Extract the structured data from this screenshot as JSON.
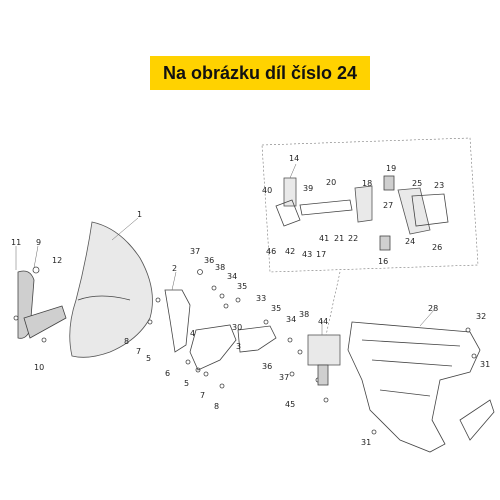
{
  "banner": {
    "text": "Na obrázku díl číslo 24",
    "background": "#ffd200"
  },
  "callouts": [
    {
      "id": "c1",
      "text": "1"
    },
    {
      "id": "c2",
      "text": "2"
    },
    {
      "id": "c3",
      "text": "3"
    },
    {
      "id": "c4",
      "text": "4"
    },
    {
      "id": "c5a",
      "text": "5"
    },
    {
      "id": "c5b",
      "text": "5"
    },
    {
      "id": "c6",
      "text": "6"
    },
    {
      "id": "c7a",
      "text": "7"
    },
    {
      "id": "c7b",
      "text": "7"
    },
    {
      "id": "c8a",
      "text": "8"
    },
    {
      "id": "c8b",
      "text": "8"
    },
    {
      "id": "c9",
      "text": "9"
    },
    {
      "id": "c10",
      "text": "10"
    },
    {
      "id": "c11",
      "text": "11"
    },
    {
      "id": "c12",
      "text": "12"
    },
    {
      "id": "c14",
      "text": "14"
    },
    {
      "id": "c16",
      "text": "16"
    },
    {
      "id": "c17",
      "text": "17"
    },
    {
      "id": "c18",
      "text": "18"
    },
    {
      "id": "c19",
      "text": "19"
    },
    {
      "id": "c20",
      "text": "20"
    },
    {
      "id": "c21",
      "text": "21"
    },
    {
      "id": "c22",
      "text": "22"
    },
    {
      "id": "c23",
      "text": "23"
    },
    {
      "id": "c24",
      "text": "24"
    },
    {
      "id": "c25",
      "text": "25"
    },
    {
      "id": "c26",
      "text": "26"
    },
    {
      "id": "c27",
      "text": "27"
    },
    {
      "id": "c28",
      "text": "28"
    },
    {
      "id": "c30",
      "text": "30"
    },
    {
      "id": "c31a",
      "text": "31"
    },
    {
      "id": "c31b",
      "text": "31"
    },
    {
      "id": "c32",
      "text": "32"
    },
    {
      "id": "c33",
      "text": "33"
    },
    {
      "id": "c34a",
      "text": "34"
    },
    {
      "id": "c34b",
      "text": "34"
    },
    {
      "id": "c35a",
      "text": "35"
    },
    {
      "id": "c35b",
      "text": "35"
    },
    {
      "id": "c36a",
      "text": "36"
    },
    {
      "id": "c36b",
      "text": "36"
    },
    {
      "id": "c37a",
      "text": "37"
    },
    {
      "id": "c37b",
      "text": "37"
    },
    {
      "id": "c38a",
      "text": "38"
    },
    {
      "id": "c38b",
      "text": "38"
    },
    {
      "id": "c39",
      "text": "39"
    },
    {
      "id": "c40",
      "text": "40"
    },
    {
      "id": "c41",
      "text": "41"
    },
    {
      "id": "c42",
      "text": "42"
    },
    {
      "id": "c43",
      "text": "43"
    },
    {
      "id": "c44",
      "text": "44"
    },
    {
      "id": "c45",
      "text": "45"
    },
    {
      "id": "c46",
      "text": "46"
    }
  ]
}
